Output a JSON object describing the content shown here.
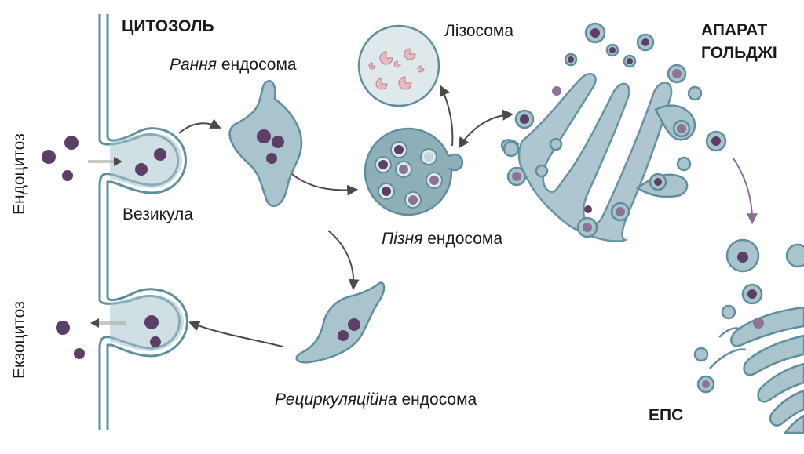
{
  "labels": {
    "cytosol": "ЦИТОЗОЛЬ",
    "early_endosome_italic": "Рання",
    "early_endosome_rest": " ендосома",
    "lysosome": "Лізосома",
    "golgi_line1": "АПАРАТ",
    "golgi_line2": "ГОЛЬДЖІ",
    "endocytosis": "Ендоцитоз",
    "vesicle": "Везикула",
    "late_endosome_italic": "Пізня",
    "late_endosome_rest": " ендосома",
    "exocytosis": "Екзоцитоз",
    "recycling_endosome_italic": "Рециркуляційна",
    "recycling_endosome_rest": " ендосома",
    "er": "ЕПС"
  },
  "colors": {
    "membrane": "#5f8f9d",
    "organelle_fill": "#a9c4cd",
    "organelle_fill_dark": "#8eaeb8",
    "cargo": "#5b3f67",
    "cargo_light": "#8b7494",
    "arrow": "#4a4a4a",
    "arrow_purple": "#8a6a9a",
    "lysosome_enzyme": "#e8b9c3"
  }
}
